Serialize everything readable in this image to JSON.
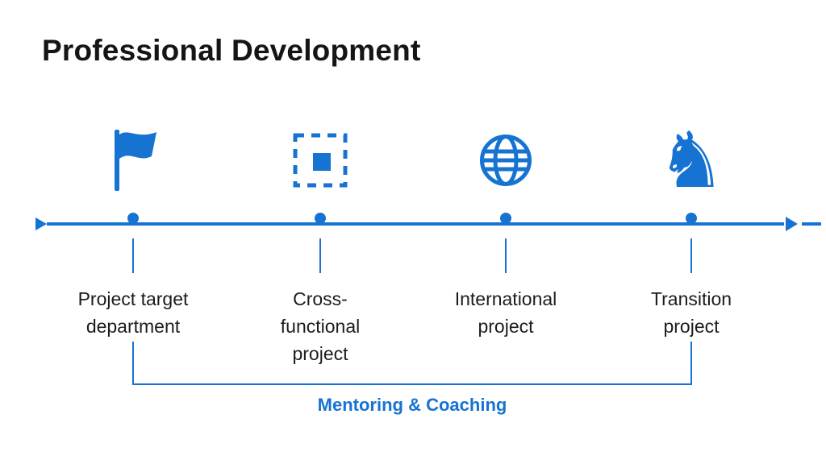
{
  "title": "Professional Development",
  "timeline": {
    "accent_color": "#1673d2",
    "milestones": [
      {
        "icon": "flag-icon",
        "lines": [
          "Project target",
          "department"
        ]
      },
      {
        "icon": "selection-icon",
        "lines": [
          "Cross-",
          "functional",
          "project"
        ]
      },
      {
        "icon": "globe-icon",
        "lines": [
          "International",
          "project"
        ]
      },
      {
        "icon": "knight-icon",
        "glyph": "♞",
        "lines": [
          "Transition",
          "project"
        ]
      }
    ],
    "bracket_label": "Mentoring & Coaching"
  }
}
